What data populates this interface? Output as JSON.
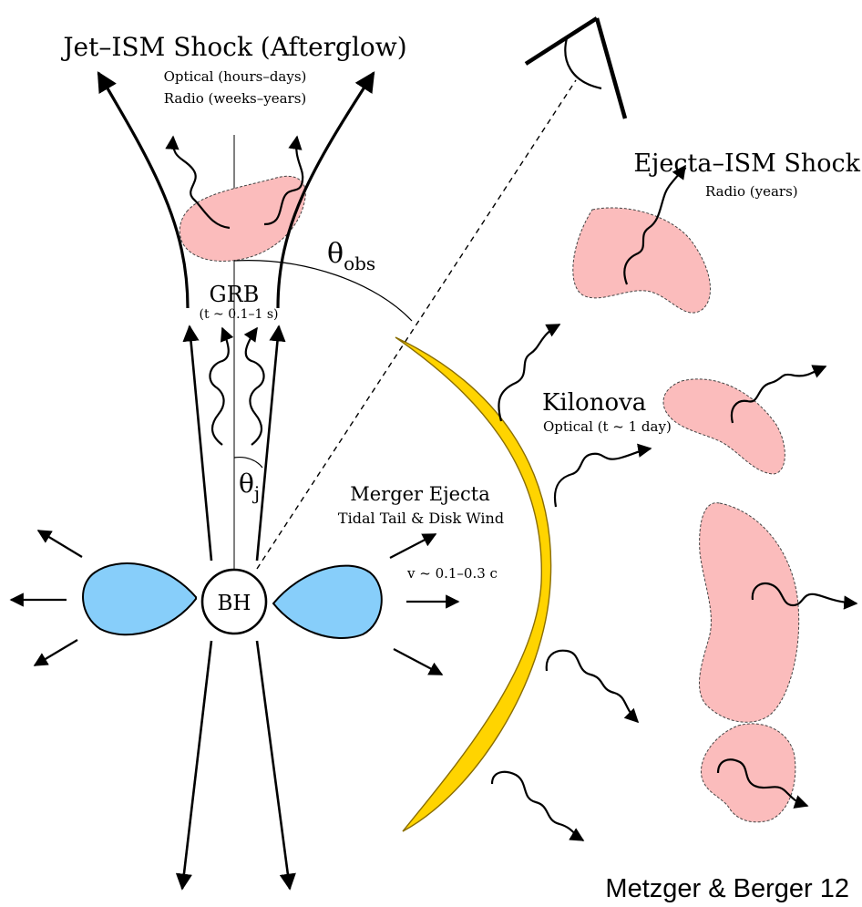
{
  "colors": {
    "shock_blob": "#fbbcbc",
    "disk": "#87cefa",
    "ejecta": "#ffd400",
    "ejecta_outline": "#8a6d00",
    "line": "#000000"
  },
  "labels": {
    "afterglow_title": "Jet–ISM Shock (Afterglow)",
    "afterglow_optical": "Optical (hours–days)",
    "afterglow_radio": "Radio (weeks–years)",
    "grb": "GRB",
    "grb_time": "(t ~ 0.1–1 s)",
    "theta_obs_symbol": "θ",
    "theta_obs_sub": "obs",
    "theta_j_symbol": "θ",
    "theta_j_sub": "j",
    "ejecta_shock_title": "Ejecta–ISM Shock",
    "ejecta_shock_radio": "Radio (years)",
    "kilonova_title": "Kilonova",
    "kilonova_optical": "Optical (t ~ 1 day)",
    "merger_title": "Merger Ejecta",
    "merger_sub": "Tidal Tail & Disk Wind",
    "velocity": "v ~ 0.1–0.3 c",
    "bh": "BH",
    "citation": "Metzger & Berger 12"
  },
  "icons": {
    "observer": "eye-icon"
  }
}
